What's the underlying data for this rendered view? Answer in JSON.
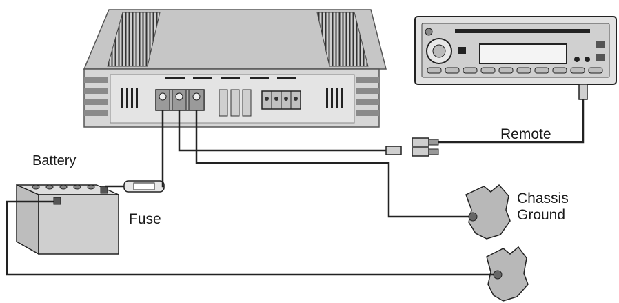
{
  "labels": {
    "battery": "Battery",
    "fuse": "Fuse",
    "remote": "Remote",
    "chassis_ground_line1": "Chassis",
    "chassis_ground_line2": "Ground"
  },
  "colors": {
    "line": "#222222",
    "amp_body": "#c8c8c8",
    "amp_face": "#dedede",
    "battery_body": "#cfcfcf",
    "ground_plate": "#b8b8b8"
  }
}
